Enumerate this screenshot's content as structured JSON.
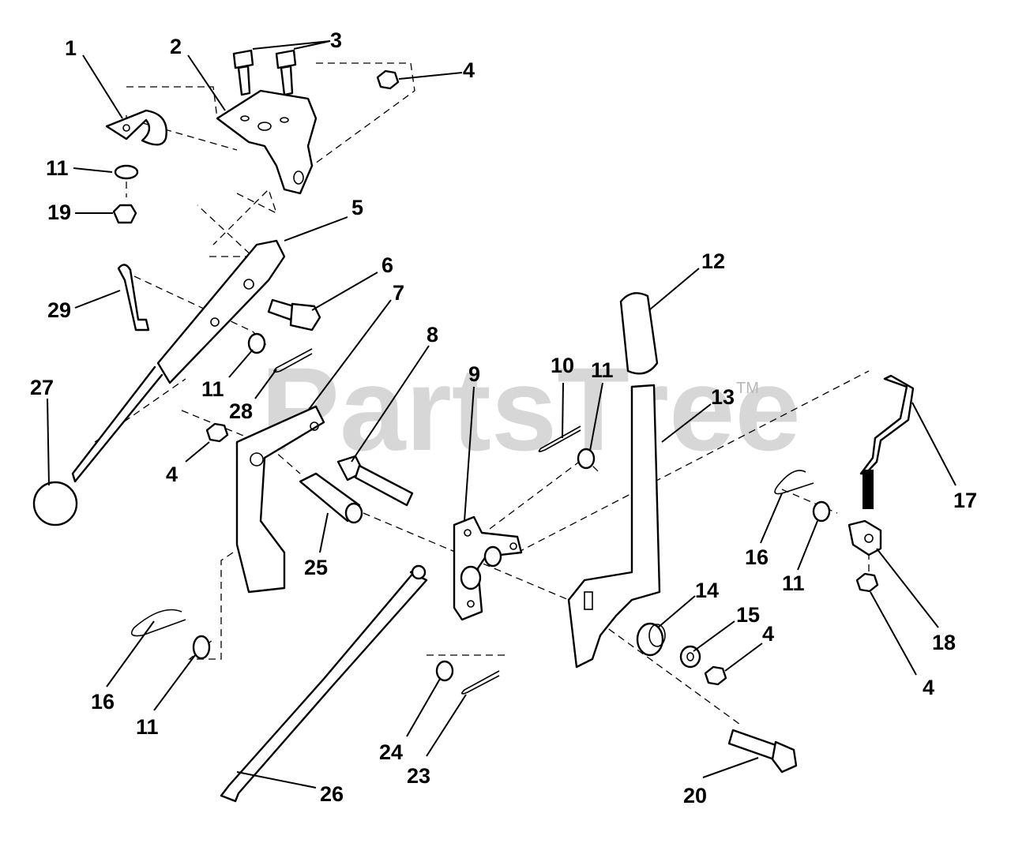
{
  "watermark": {
    "text": "PartsTree",
    "tm": "TM"
  },
  "callouts": [
    {
      "part": "1",
      "label": "1"
    },
    {
      "part": "2",
      "label": "2"
    },
    {
      "part": "3",
      "label": "3"
    },
    {
      "part": "4",
      "label": "4"
    },
    {
      "part": "5",
      "label": "5"
    },
    {
      "part": "6",
      "label": "6"
    },
    {
      "part": "7",
      "label": "7"
    },
    {
      "part": "8",
      "label": "8"
    },
    {
      "part": "9",
      "label": "9"
    },
    {
      "part": "10",
      "label": "10"
    },
    {
      "part": "11",
      "label": "11"
    },
    {
      "part": "12",
      "label": "12"
    },
    {
      "part": "13",
      "label": "13"
    },
    {
      "part": "14",
      "label": "14"
    },
    {
      "part": "15",
      "label": "15"
    },
    {
      "part": "16",
      "label": "16"
    },
    {
      "part": "17",
      "label": "17"
    },
    {
      "part": "18",
      "label": "18"
    },
    {
      "part": "19",
      "label": "19"
    },
    {
      "part": "20",
      "label": "20"
    },
    {
      "part": "23",
      "label": "23"
    },
    {
      "part": "24",
      "label": "24"
    },
    {
      "part": "25",
      "label": "25"
    },
    {
      "part": "26",
      "label": "26"
    },
    {
      "part": "27",
      "label": "27"
    },
    {
      "part": "28",
      "label": "28"
    },
    {
      "part": "29",
      "label": "29"
    }
  ],
  "repeat_labels": {
    "4": "4",
    "11": "11",
    "16": "16"
  }
}
